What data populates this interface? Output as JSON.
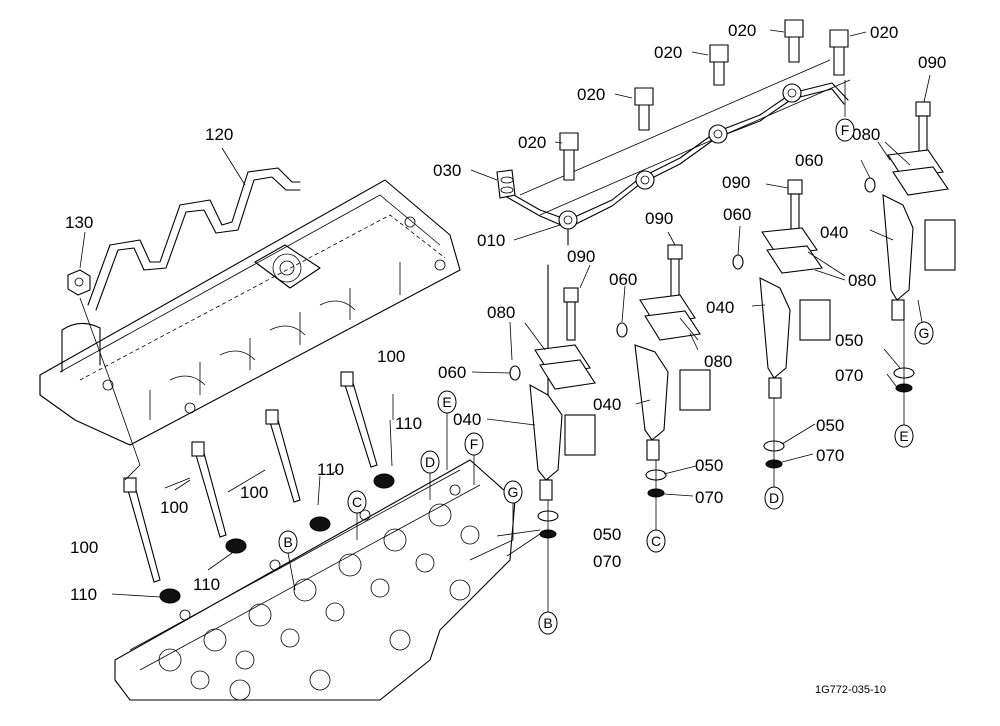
{
  "figure_code": "1G772-035-10",
  "callouts": {
    "p010": "010",
    "p020": "020",
    "p030": "030",
    "p040": "040",
    "p050": "050",
    "p060": "060",
    "p070": "070",
    "p080": "080",
    "p090": "090",
    "p100": "100",
    "p110": "110",
    "p120": "120",
    "p130": "130"
  },
  "connection_letters": {
    "b": "B",
    "c": "C",
    "d": "D",
    "e": "E",
    "f": "F",
    "g": "G"
  }
}
